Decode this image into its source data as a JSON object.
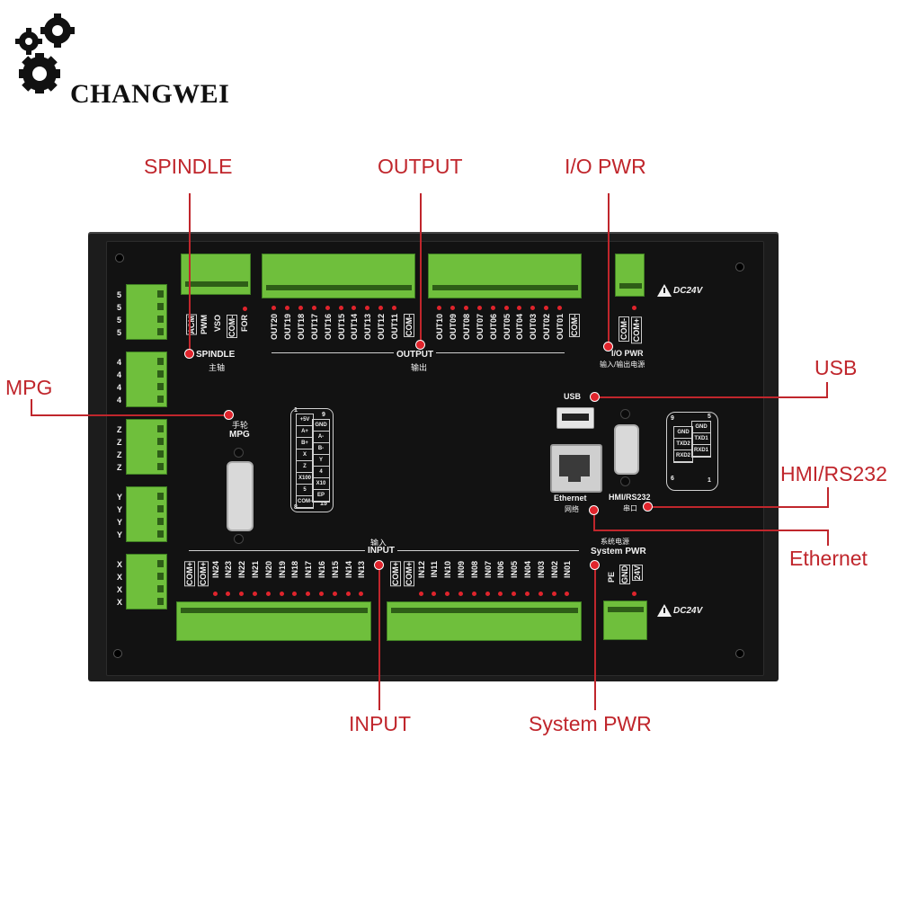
{
  "brand": {
    "name": "CHANGWEI"
  },
  "callouts": {
    "spindle": "SPINDLE",
    "output": "OUTPUT",
    "io_pwr": "I/O PWR",
    "usb": "USB",
    "mpg": "MPG",
    "hmi": "HMI/RS232",
    "ethernet": "Ethernet",
    "input": "INPUT",
    "system_pwr": "System PWR"
  },
  "board": {
    "dc24v_top": "DC24V",
    "dc24v_bottom": "DC24V",
    "spindle_label": "SPINDLE",
    "spindle_cn": "主轴",
    "spindle_pins": [
      "ACM",
      "PWM",
      "VSO",
      "COM-",
      "FOR"
    ],
    "output_label": "OUTPUT",
    "output_cn": "输出",
    "output_pins_left": [
      "OUT20",
      "OUT19",
      "OUT18",
      "OUT17",
      "OUT16",
      "OUT15",
      "OUT14",
      "OUT13",
      "OUT12",
      "OUT11",
      "COM-"
    ],
    "output_pins_right": [
      "OUT10",
      "OUT09",
      "OUT08",
      "OUT07",
      "OUT06",
      "OUT05",
      "OUT04",
      "OUT03",
      "OUT02",
      "OUT01",
      "COM-"
    ],
    "io_pwr_label": "I/O PWR",
    "io_pwr_cn": "输入/输出电源",
    "io_pwr_pins": [
      "COM-",
      "COM+"
    ],
    "usb_label": "USB",
    "mpg_cn": "手轮",
    "mpg_label": "MPG",
    "mpg_pin_left": [
      "+5V",
      "A+",
      "B+",
      "X",
      "Z",
      "X100",
      "5",
      "COM-"
    ],
    "mpg_pin_right": [
      "GND",
      "A-",
      "B-",
      "Y",
      "4",
      "X10",
      "EP"
    ],
    "mpg_pin_nums": [
      "1",
      "9",
      "8",
      "15"
    ],
    "ethernet_label": "Ethernet",
    "ethernet_cn": "网络",
    "hmi_label": "HMI/RS232",
    "hmi_cn": "串口",
    "rs232_left": [
      "GND",
      "TXD2",
      "RXD2"
    ],
    "rs232_right": [
      "GND",
      "TXD1",
      "RXD1"
    ],
    "rs232_nums": [
      "9",
      "5",
      "6",
      "1"
    ],
    "input_cn": "输入",
    "input_label": "INPUT",
    "input_pins_left": [
      "COM+",
      "COM+",
      "IN24",
      "IN23",
      "IN22",
      "IN21",
      "IN20",
      "IN19",
      "IN18",
      "IN17",
      "IN16",
      "IN15",
      "IN14",
      "IN13"
    ],
    "input_pins_right": [
      "COM+",
      "COM+",
      "IN12",
      "IN11",
      "IN10",
      "IN09",
      "IN08",
      "IN07",
      "IN06",
      "IN05",
      "IN04",
      "IN03",
      "IN02",
      "IN01"
    ],
    "sys_pwr_cn": "系统电源",
    "sys_pwr_label": "System PWR",
    "sys_pwr_pins": [
      "PE",
      "GND",
      "24V"
    ],
    "axis_labels": [
      "5",
      "5",
      "5",
      "5",
      "4",
      "4",
      "4",
      "4",
      "Z",
      "Z",
      "Z",
      "Z",
      "Y",
      "Y",
      "Y",
      "Y",
      "X",
      "X",
      "X",
      "X"
    ]
  }
}
